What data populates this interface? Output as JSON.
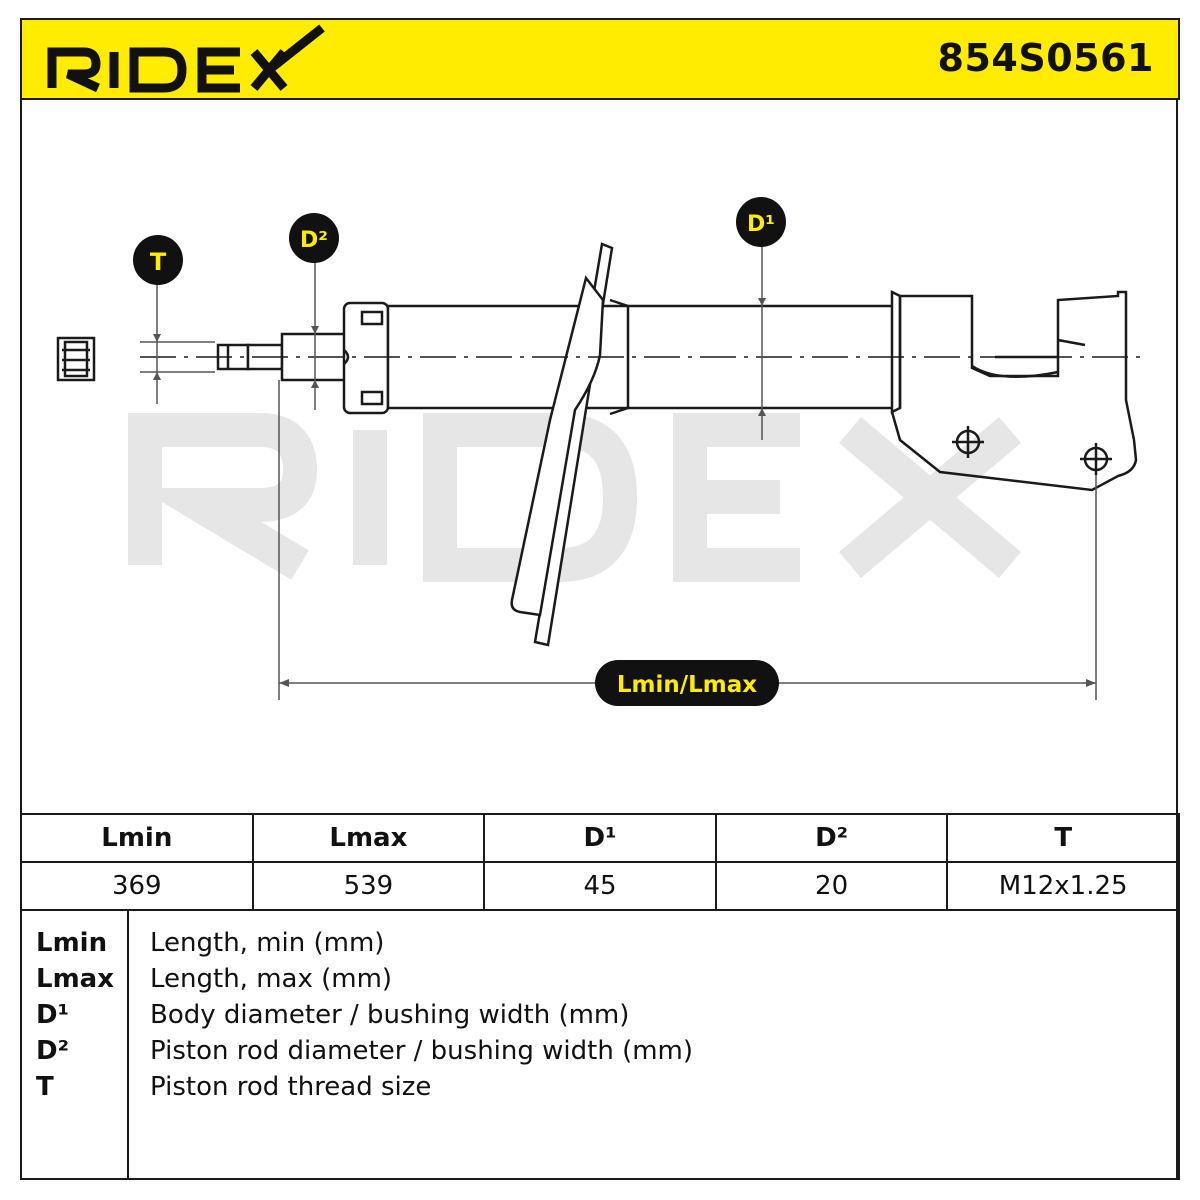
{
  "header": {
    "brand": "RIDEX",
    "part_number": "854S0561"
  },
  "diagram": {
    "watermark": "RIDEX",
    "badges": {
      "T": "T",
      "D2": "D²",
      "D1": "D¹",
      "length": "Lmin/Lmax"
    },
    "colors": {
      "accent": "#ffec00",
      "badge_bg": "#111111",
      "line": "#1a1a1a",
      "watermark": "#e6e6e6"
    }
  },
  "specs": {
    "headers": [
      "Lmin",
      "Lmax",
      "D¹",
      "D²",
      "T"
    ],
    "values": [
      "369",
      "539",
      "45",
      "20",
      "M12x1.25"
    ]
  },
  "legend": [
    {
      "abbr": "Lmin",
      "desc": "Length, min (mm)"
    },
    {
      "abbr": "Lmax",
      "desc": "Length, max (mm)"
    },
    {
      "abbr": "D¹",
      "desc": "Body diameter / bushing width (mm)"
    },
    {
      "abbr": "D²",
      "desc": "Piston rod diameter / bushing width (mm)"
    },
    {
      "abbr": "T",
      "desc": "Piston rod thread size"
    }
  ]
}
